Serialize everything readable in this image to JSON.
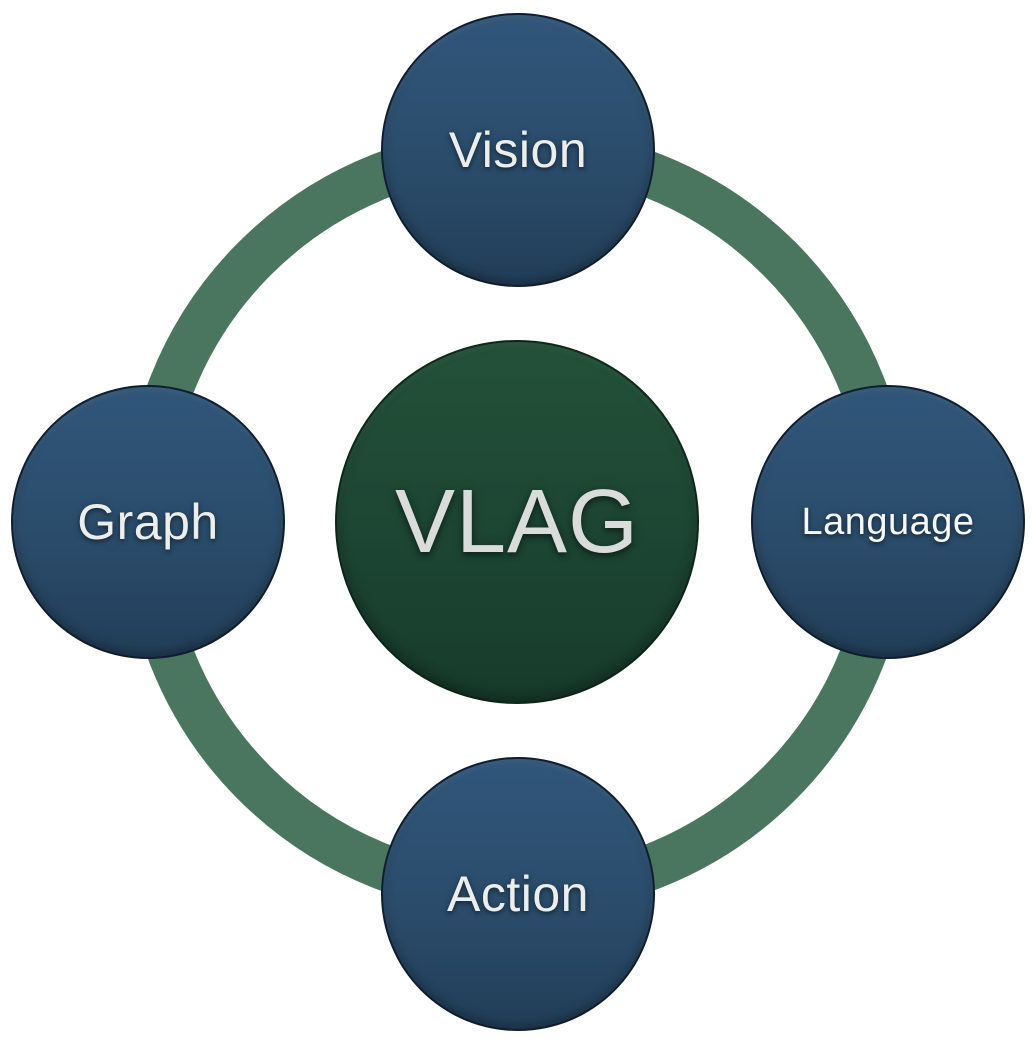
{
  "diagram": {
    "type": "cycle",
    "background_color": "#FFFFFF",
    "ring": {
      "color": "#4A7660",
      "description": "circular connector ring passing behind all four outer circles"
    },
    "center": {
      "label": "VLAG",
      "fill": "#1D4634",
      "text_color": "#D9DCDA"
    },
    "nodes": [
      {
        "label": "Vision",
        "position": "top",
        "fill": "#2B4D6C",
        "text_color": "#ECEEEE"
      },
      {
        "label": "Language",
        "position": "right",
        "fill": "#2B4D6C",
        "text_color": "#F6F8F8"
      },
      {
        "label": "Action",
        "position": "bottom",
        "fill": "#2B4D6C",
        "text_color": "#ECEEEE"
      },
      {
        "label": "Graph",
        "position": "left",
        "fill": "#2B4D6C",
        "text_color": "#ECEEEE"
      }
    ]
  }
}
